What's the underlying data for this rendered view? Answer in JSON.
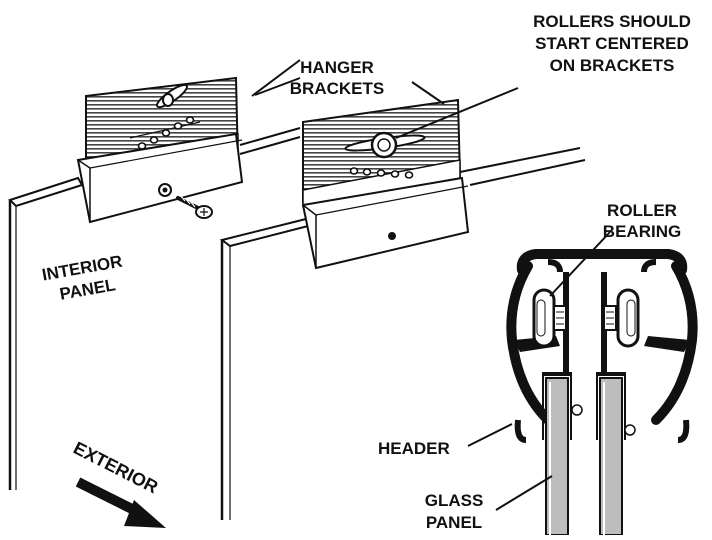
{
  "labels": {
    "hanger_brackets": [
      "HANGER",
      "BRACKETS"
    ],
    "rollers_note": [
      "ROLLERS SHOULD",
      "START CENTERED",
      "ON BRACKETS"
    ],
    "roller_bearing": [
      "ROLLER",
      "BEARING"
    ],
    "interior_panel": [
      "INTERIOR",
      "PANEL"
    ],
    "exterior": "EXTERIOR",
    "header": "HEADER",
    "glass_panel": [
      "GLASS",
      "PANEL"
    ]
  },
  "colors": {
    "ink": "#111111",
    "paper": "#ffffff",
    "glass": "#bdbdbd",
    "ridge_fill": "#555555"
  }
}
